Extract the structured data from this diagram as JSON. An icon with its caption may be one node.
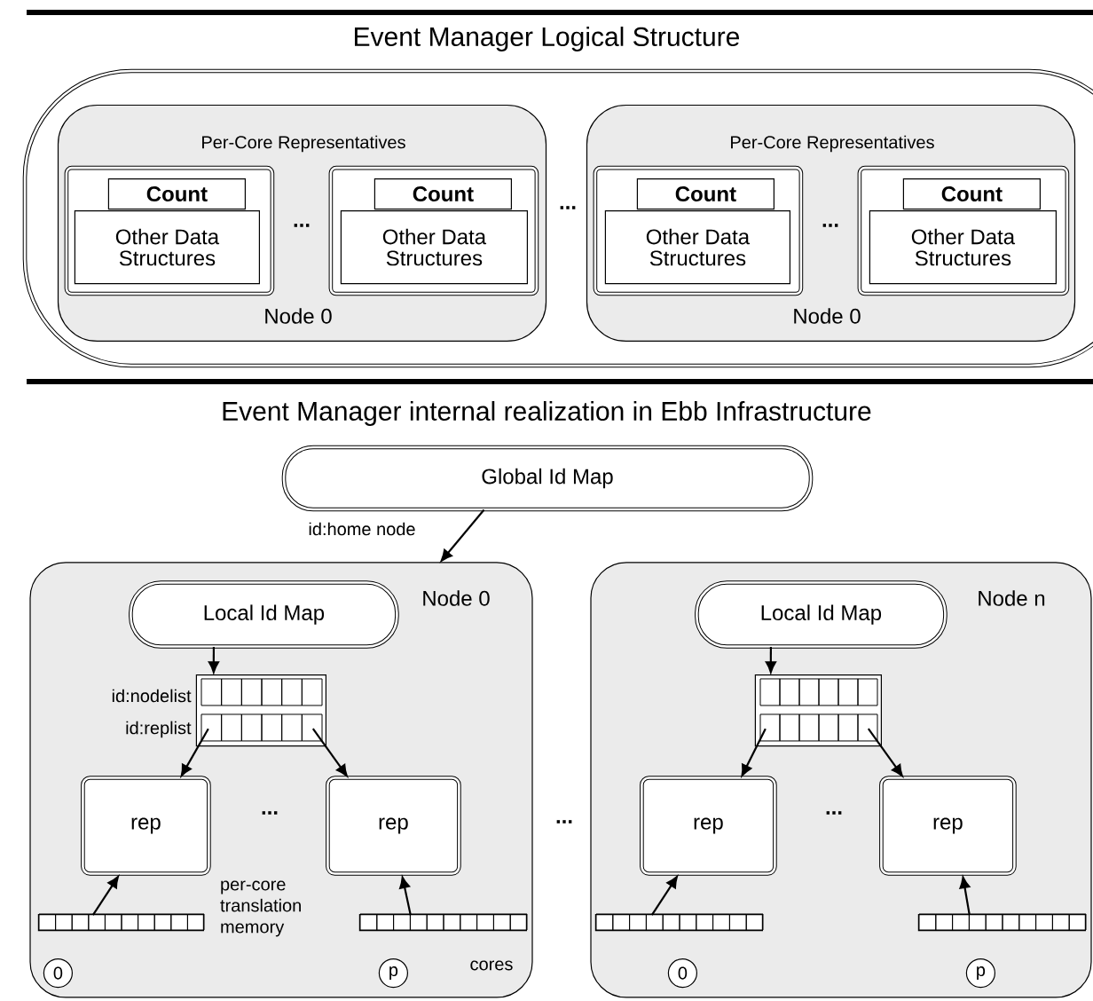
{
  "diagram": {
    "nodes": [
      {
        "text": [],
        "shape": "ellipse"
      },
      {
        "text": [
          "Per-Core Representatives",
          "Node 0"
        ],
        "in": 0
      },
      {
        "text": [],
        "shape": "box",
        "in": 1
      },
      {
        "text": [
          "Count"
        ],
        "in": 2
      },
      {
        "text": [
          "Other Data Structures"
        ],
        "in": 2
      },
      {
        "text": [],
        "shape": "box",
        "in": 1
      },
      {
        "text": [
          "Count"
        ],
        "in": 5
      },
      {
        "text": [
          "Other Data Structures"
        ],
        "in": 5
      },
      {
        "text": [
          "Per-Core Representatives",
          "Node 0"
        ],
        "in": 0
      },
      {
        "text": [],
        "shape": "box",
        "in": 8
      },
      {
        "text": [
          "Count"
        ],
        "in": 9
      },
      {
        "text": [
          "Other Data Structures"
        ],
        "in": 9
      },
      {
        "text": [],
        "shape": "box",
        "in": 8
      },
      {
        "text": [
          "Count"
        ],
        "in": 12
      },
      {
        "text": [
          "Other Data Structures"
        ],
        "in": 12
      },
      {
        "text": [
          "Global Id Map"
        ]
      },
      {
        "text": [
          "Node 0"
        ]
      },
      {
        "text": [
          "Local Id Map"
        ],
        "in": 16
      },
      {
        "text": [],
        "shape": "table",
        "in": 16,
        "beside": [
          "id:nodelist",
          "id:replist"
        ]
      },
      {
        "text": [
          "rep"
        ],
        "in": 16
      },
      {
        "text": [
          "rep"
        ],
        "in": 16
      },
      {
        "text": [],
        "shape": "table",
        "in": 16
      },
      {
        "text": [],
        "shape": "table",
        "in": 16
      },
      {
        "text": [
          "0"
        ],
        "in": 16
      },
      {
        "text": [
          "p"
        ],
        "in": 16
      },
      {
        "text": [
          "Node n"
        ]
      },
      {
        "text": [
          "Local Id Map"
        ],
        "in": 25
      },
      {
        "text": [],
        "shape": "table",
        "in": 25
      },
      {
        "text": [
          "rep"
        ],
        "in": 25
      },
      {
        "text": [
          "rep"
        ],
        "in": 25
      },
      {
        "text": [],
        "shape": "table",
        "in": 25
      },
      {
        "text": [],
        "shape": "table",
        "in": 25
      },
      {
        "text": [
          "0"
        ],
        "in": 25
      },
      {
        "text": [
          "p"
        ],
        "in": 25
      }
    ],
    "edges": [
      {
        "from": 15,
        "to": 16,
        "arrow": "to",
        "label": "id:home node"
      },
      {
        "from": 17,
        "to": 18,
        "arrow": "to"
      },
      {
        "from": 18,
        "to": 19,
        "arrow": "to"
      },
      {
        "from": 18,
        "to": 20,
        "arrow": "to"
      },
      {
        "from": 21,
        "to": 19,
        "arrow": "to"
      },
      {
        "from": 22,
        "to": 20,
        "arrow": "to"
      },
      {
        "from": 26,
        "to": 27,
        "arrow": "to"
      },
      {
        "from": 27,
        "to": 28,
        "arrow": "to"
      },
      {
        "from": 27,
        "to": 29,
        "arrow": "to"
      },
      {
        "from": 30,
        "to": 28,
        "arrow": "to"
      },
      {
        "from": 31,
        "to": 29,
        "arrow": "to"
      }
    ],
    "labels": [
      "Event Manager Logical Structure",
      "...",
      "...",
      "...",
      "Event Manager internal realization in Ebb Infrastructure",
      "...",
      "...",
      "...",
      "per-core translation memory",
      "cores"
    ]
  }
}
